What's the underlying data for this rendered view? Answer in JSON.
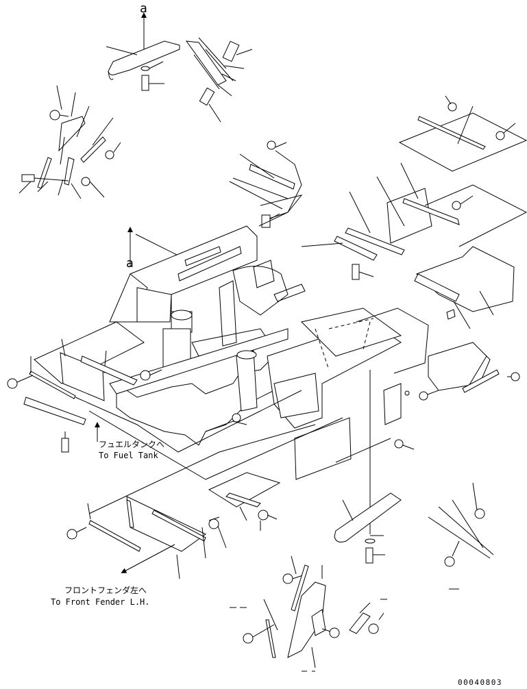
{
  "view_label_top": "a",
  "view_label_mid": "a",
  "fuel_tank_ja": "フュエルタンクへ",
  "fuel_tank_en": "To Fuel Tank",
  "front_fender_ja": "フロントフェンダ左へ",
  "front_fender_en": "To Front Fender L.H.",
  "drawing_number": "00040803"
}
